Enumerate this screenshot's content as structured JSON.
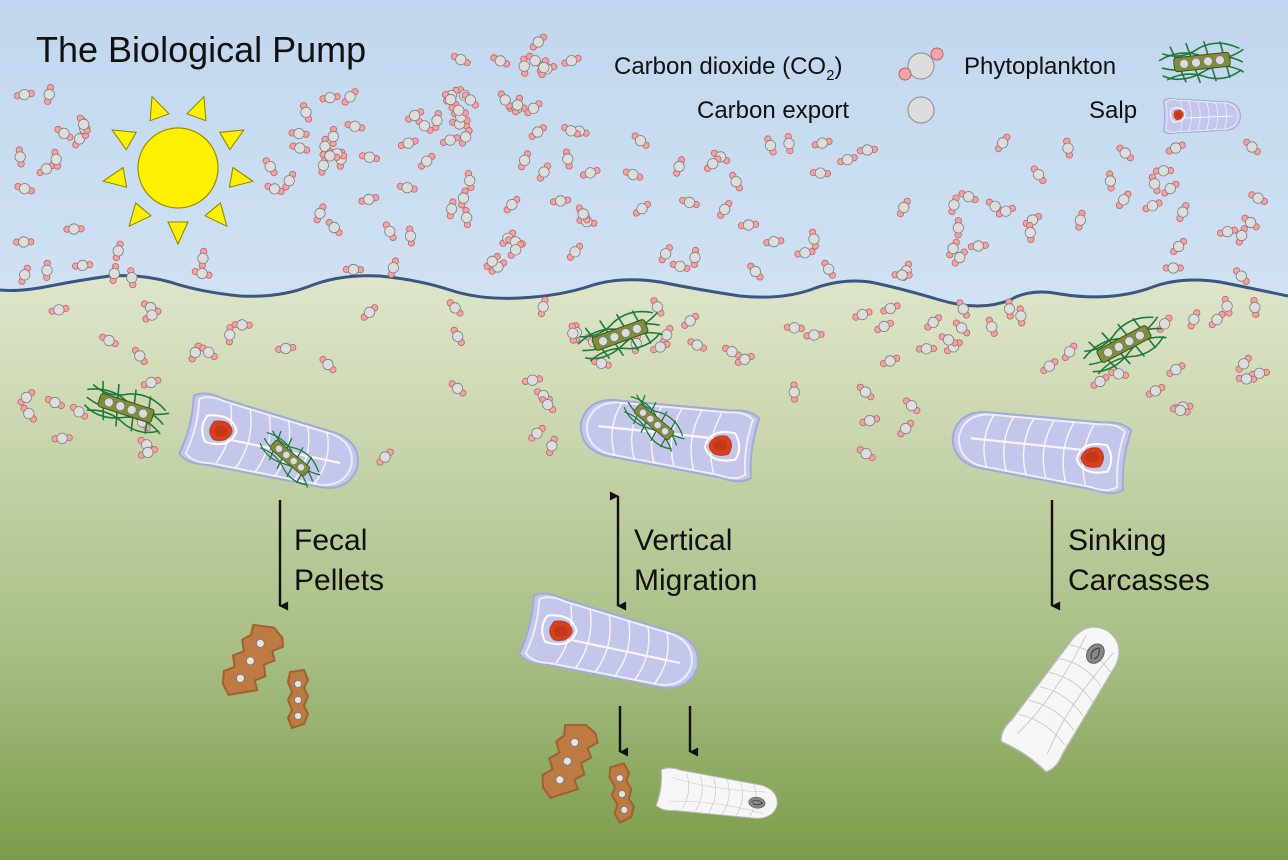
{
  "title": "The Biological Pump",
  "legend": {
    "co2_label": "Carbon dioxide (CO",
    "co2_sub": "2",
    "co2_close": ")",
    "export_label": "Carbon export",
    "phyto_label": "Phytoplankton",
    "salp_label": "Salp"
  },
  "processes": {
    "fecal_line1": "Fecal",
    "fecal_line2": "Pellets",
    "vertical_line1": "Vertical",
    "vertical_line2": "Migration",
    "sinking_line1": "Sinking",
    "sinking_line2": "Carcasses"
  },
  "colors": {
    "sky_top": "#c3d8ef",
    "sky_bottom": "#cde1f2",
    "ocean_top": "#f4f5ea",
    "ocean_bottom": "#7f9f4f",
    "wave_line": "#3b5680",
    "co2_carbon": "#dddddd",
    "co2_oxygen": "#f3a3a3",
    "sun": "#fef000",
    "salp_body": "#c4c7eb",
    "salp_gut": "#d6401a",
    "pellet": "#bd7a43",
    "phyto": "#1f7a3a",
    "phyto_cell": "#7e8f3a"
  }
}
